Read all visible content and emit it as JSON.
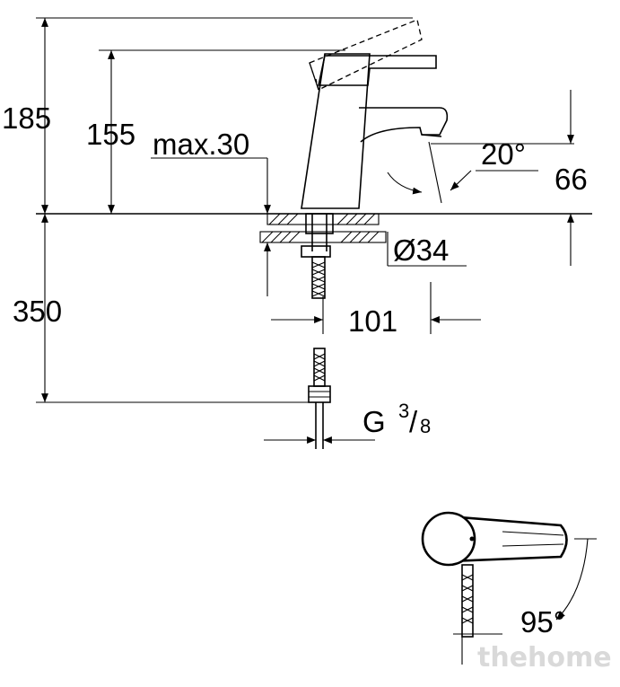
{
  "dimensions": {
    "total_height": "185",
    "spout_height": "155",
    "max_deck": "max.30",
    "spout_angle": "20°",
    "outlet_height": "66",
    "hole_diameter": "Ø34",
    "below_deck": "350",
    "spout_reach": "101",
    "connection_g": "G",
    "connection_num": "3",
    "connection_den": "8",
    "lever_rotation": "95°"
  },
  "watermark": "thehome"
}
